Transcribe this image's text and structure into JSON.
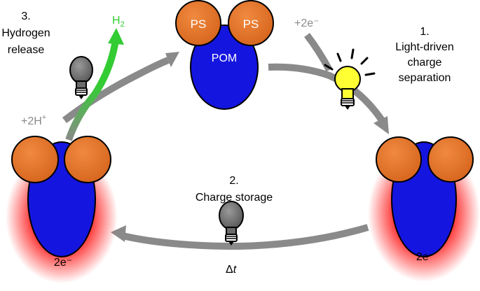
{
  "steps": {
    "release": {
      "number": "3.",
      "line1": "Hydrogen",
      "line2": "release"
    },
    "separation": {
      "number": "1.",
      "line1": "Light-driven",
      "line2": "charge",
      "line3": "separation"
    },
    "storage": {
      "number": "2.",
      "line1": "Charge storage"
    }
  },
  "molecules": {
    "top": {
      "body_label": "POM",
      "left_sphere": "PS",
      "right_sphere": "PS"
    },
    "left": {
      "charge_label": "2e⁻"
    },
    "right": {
      "charge_label": "2e⁻"
    }
  },
  "species": {
    "electrons_in": "+2e⁻",
    "protons_in_base": "+2H",
    "protons_in_sup": "+",
    "h2_base": "H",
    "h2_sub": "2"
  },
  "time_label": {
    "symbol": "Δ",
    "variable": "t"
  },
  "colors": {
    "arrow": "#8a8a8a",
    "h2_arrow": "#33cc33",
    "pom_body": "#1515e0",
    "ps_sphere": "#e8762d",
    "charge_glow": "#ff1a1a",
    "bulb_on": "#ffff33",
    "bulb_off": "#7a7a7a"
  },
  "icons": [
    "lightbulb-on-icon",
    "lightbulb-off-icon",
    "lightbulb-off-icon"
  ]
}
